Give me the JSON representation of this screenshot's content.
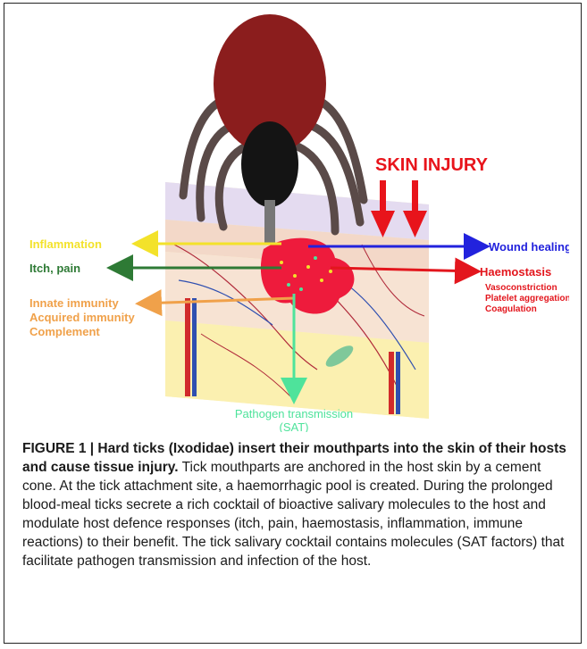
{
  "figure": {
    "skin_injury": "SKIN INJURY",
    "left_labels": {
      "inflammation": "Inflammation",
      "itch_pain": "Itch, pain",
      "innate_immunity": "Innate immunity",
      "acquired_immunity": "Acquired immunity",
      "complement": "Complement"
    },
    "right_labels": {
      "wound_healing": "Wound healing",
      "haemostasis": "Haemostasis",
      "vasoconstriction": "Vasoconstriction",
      "platelet_aggregation": "Platelet aggregation",
      "coagulation": "Coagulation"
    },
    "bottom_labels": {
      "pathogen_transmission": "Pathogen transmission",
      "sat": "(SAT)"
    },
    "colors": {
      "tick_body": "#8b1d1d",
      "tick_head": "#141414",
      "legs": "#5a4a48",
      "skin_injury": "#e8141b",
      "inflammation": "#f3e22a",
      "itch_pain": "#2e7a35",
      "immunity": "#f0a14a",
      "wound_healing": "#2222dd",
      "haemostasis": "#e3161d",
      "pathogen": "#4ee39b",
      "haemorrhagic_pool": "#ee1b3c"
    }
  },
  "caption": {
    "title": "FIGURE 1 | Hard ticks (Ixodidae) insert their mouthparts into the skin of their hosts and cause tissue injury.",
    "body": "Tick mouthparts are anchored in the host skin by a cement cone. At the tick attachment site, a haemorrhagic pool is created. During the prolonged blood-meal ticks secrete a rich cocktail of bioactive salivary molecules to the host and modulate host defence responses (itch, pain, haemostasis, inflammation, immune reactions) to their benefit. The tick salivary cocktail contains molecules (SAT factors) that facilitate pathogen transmission and infection of the host."
  }
}
